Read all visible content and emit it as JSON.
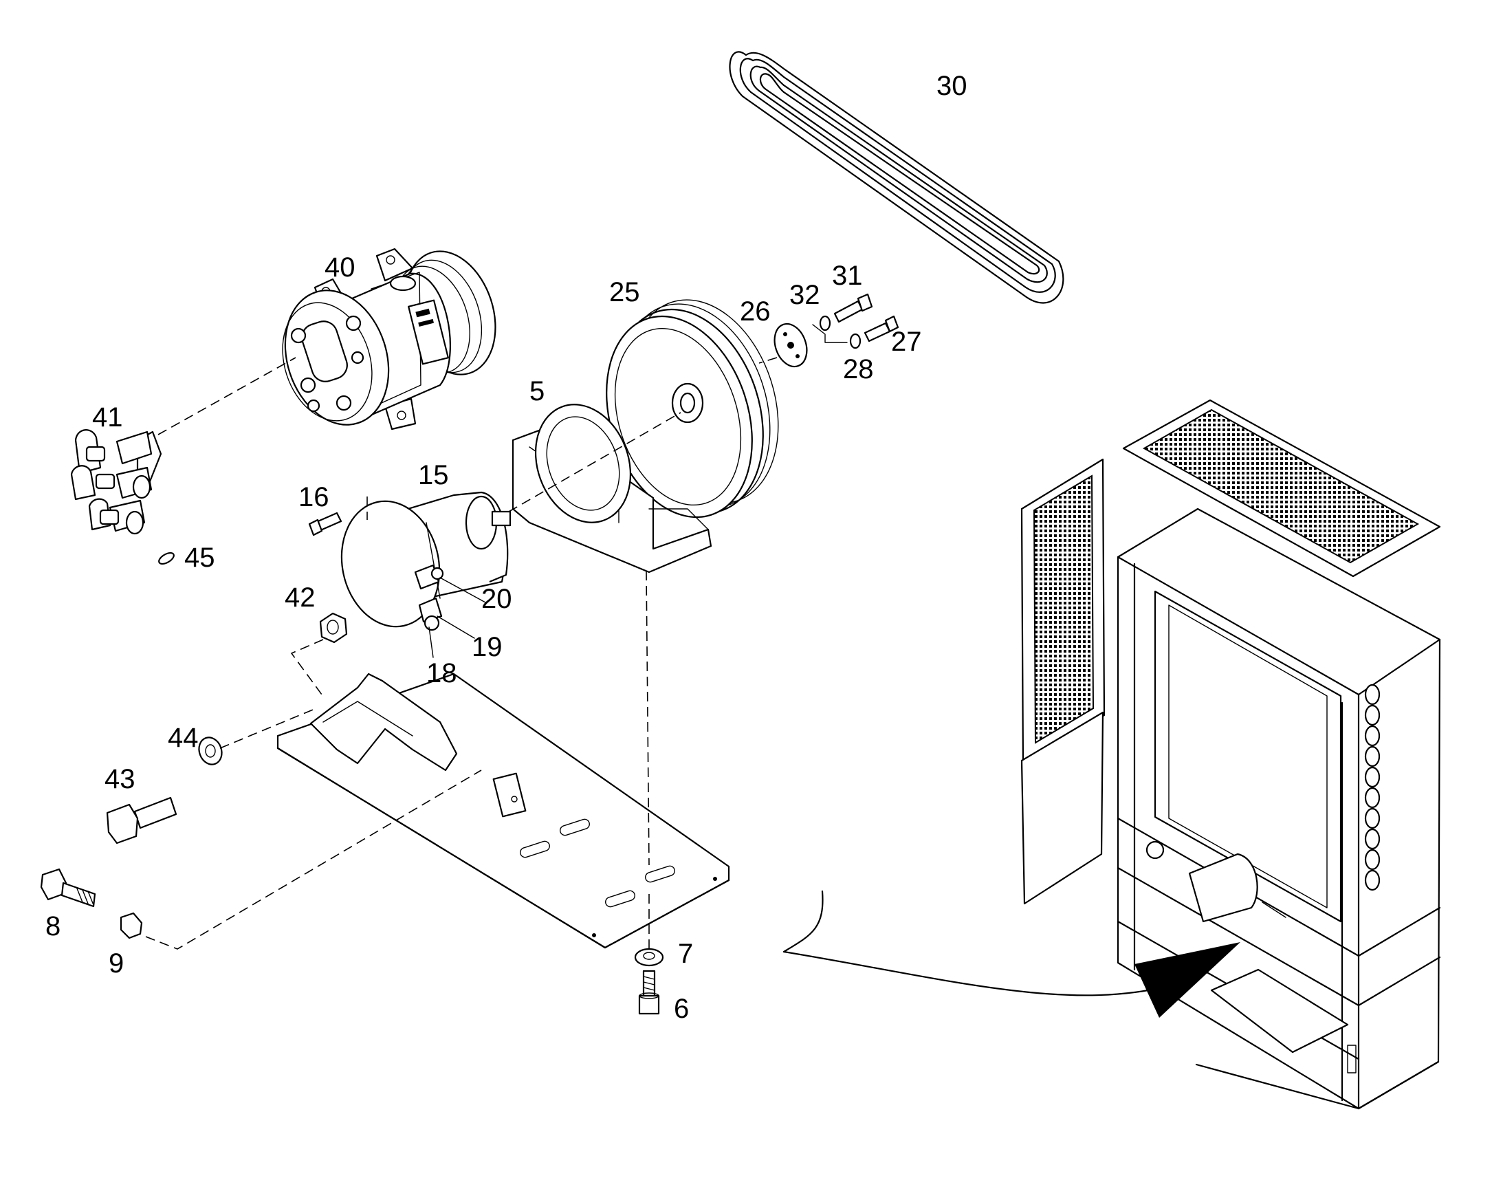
{
  "callouts": {
    "c30": "30",
    "c31": "31",
    "c32": "32",
    "c27": "27",
    "c28": "28",
    "c26": "26",
    "c25": "25",
    "c40": "40",
    "c41": "41",
    "c45": "45",
    "c5": "5",
    "c15": "15",
    "c16": "16",
    "c20": "20",
    "c19": "19",
    "c18": "18",
    "c42": "42",
    "c44": "44",
    "c43": "43",
    "c8": "8",
    "c9": "9",
    "c7": "7",
    "c6": "6"
  },
  "style": {
    "line_color": "#000000",
    "background": "#ffffff"
  }
}
